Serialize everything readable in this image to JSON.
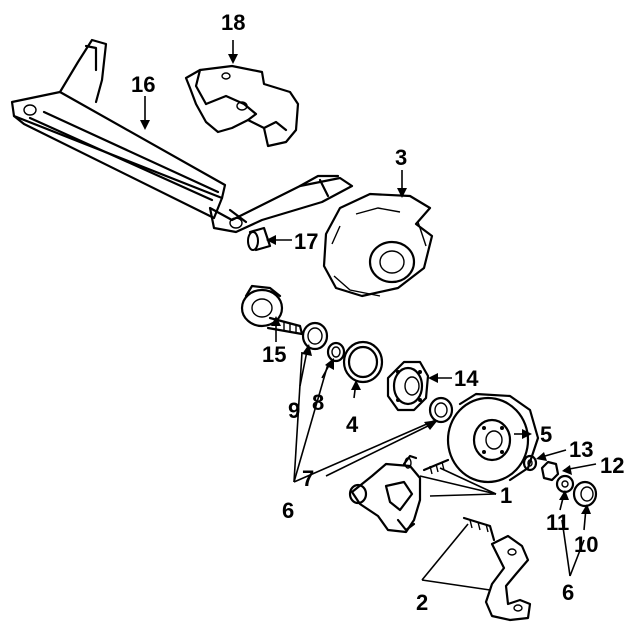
{
  "callouts": {
    "c1": "1",
    "c2": "2",
    "c3": "3",
    "c4": "4",
    "c5": "5",
    "c6a": "6",
    "c6b": "6",
    "c7": "7",
    "c8": "8",
    "c9": "9",
    "c10": "10",
    "c11": "11",
    "c12": "12",
    "c13": "13",
    "c14": "14",
    "c15": "15",
    "c16": "16",
    "c17": "17",
    "c18": "18"
  },
  "colors": {
    "ink": "#000000",
    "paper": "#ffffff"
  }
}
